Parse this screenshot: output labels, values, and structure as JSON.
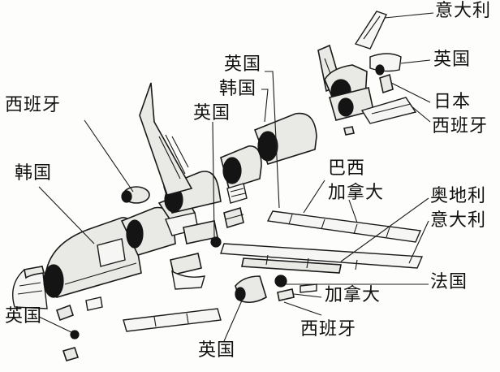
{
  "labels": {
    "italy_top": "意大利",
    "uk_engine_right": "英国",
    "japan": "日本",
    "spain_right": "西班牙",
    "uk_mid": "英国",
    "korea_mid": "韩国",
    "uk_mid2": "英国",
    "spain_left": "西班牙",
    "brazil": "巴西",
    "canada_wing": "加拿大",
    "austria": "奥地利",
    "italy_mid": "意大利",
    "korea_left": "韩国",
    "france": "法国",
    "canada_low": "加拿大",
    "uk_left": "英国",
    "spain_low": "西班牙",
    "uk_bottom": "英国"
  },
  "colors": {
    "ink": "#1a1a1a",
    "panel": "#e9e9e6",
    "background": "#fdfdfb"
  }
}
